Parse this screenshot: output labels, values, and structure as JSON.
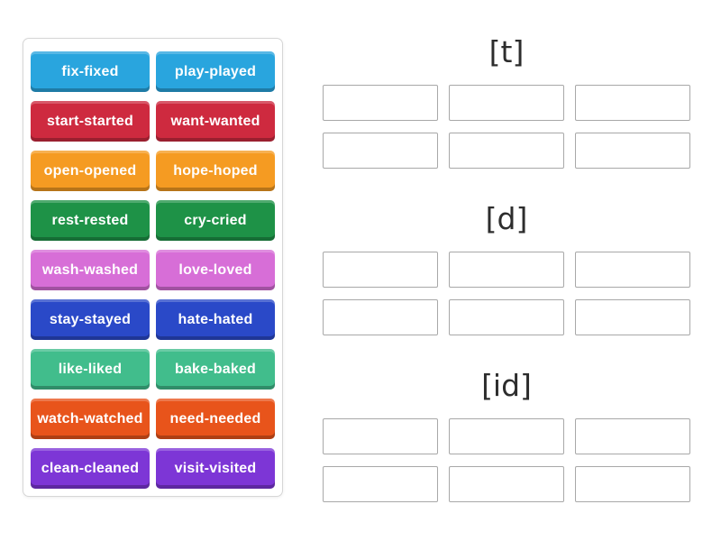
{
  "page": {
    "background_color": "#ffffff",
    "activity_type": "group-sort drag-and-drop"
  },
  "word_bank": {
    "border_color": "#d6d6d6",
    "tiles": [
      {
        "label": "fix-fixed",
        "color": "#29a5de"
      },
      {
        "label": "play-played",
        "color": "#29a5de"
      },
      {
        "label": "start-started",
        "color": "#ce2a3f"
      },
      {
        "label": "want-wanted",
        "color": "#ce2a3f"
      },
      {
        "label": "open-opened",
        "color": "#f59b22"
      },
      {
        "label": "hope-hoped",
        "color": "#f59b22"
      },
      {
        "label": "rest-rested",
        "color": "#1e9247"
      },
      {
        "label": "cry-cried",
        "color": "#1e9247"
      },
      {
        "label": "wash-washed",
        "color": "#d76ed7"
      },
      {
        "label": "love-loved",
        "color": "#d76ed7"
      },
      {
        "label": "stay-stayed",
        "color": "#2a49c8"
      },
      {
        "label": "hate-hated",
        "color": "#2a49c8"
      },
      {
        "label": "like-liked",
        "color": "#41bd8c"
      },
      {
        "label": "bake-baked",
        "color": "#41bd8c"
      },
      {
        "label": "watch-watched",
        "color": "#e8541b"
      },
      {
        "label": "need-needed",
        "color": "#e8541b"
      },
      {
        "label": "clean-cleaned",
        "color": "#7d36d6"
      },
      {
        "label": "visit-visited",
        "color": "#7d36d6"
      }
    ]
  },
  "groups": [
    {
      "label": "[t]",
      "empty_slots": 6
    },
    {
      "label": "[d]",
      "empty_slots": 6
    },
    {
      "label": "[id]",
      "empty_slots": 6
    }
  ],
  "slot_style": {
    "border_color": "#a8a8a8",
    "fill_color": "#ffffff"
  }
}
